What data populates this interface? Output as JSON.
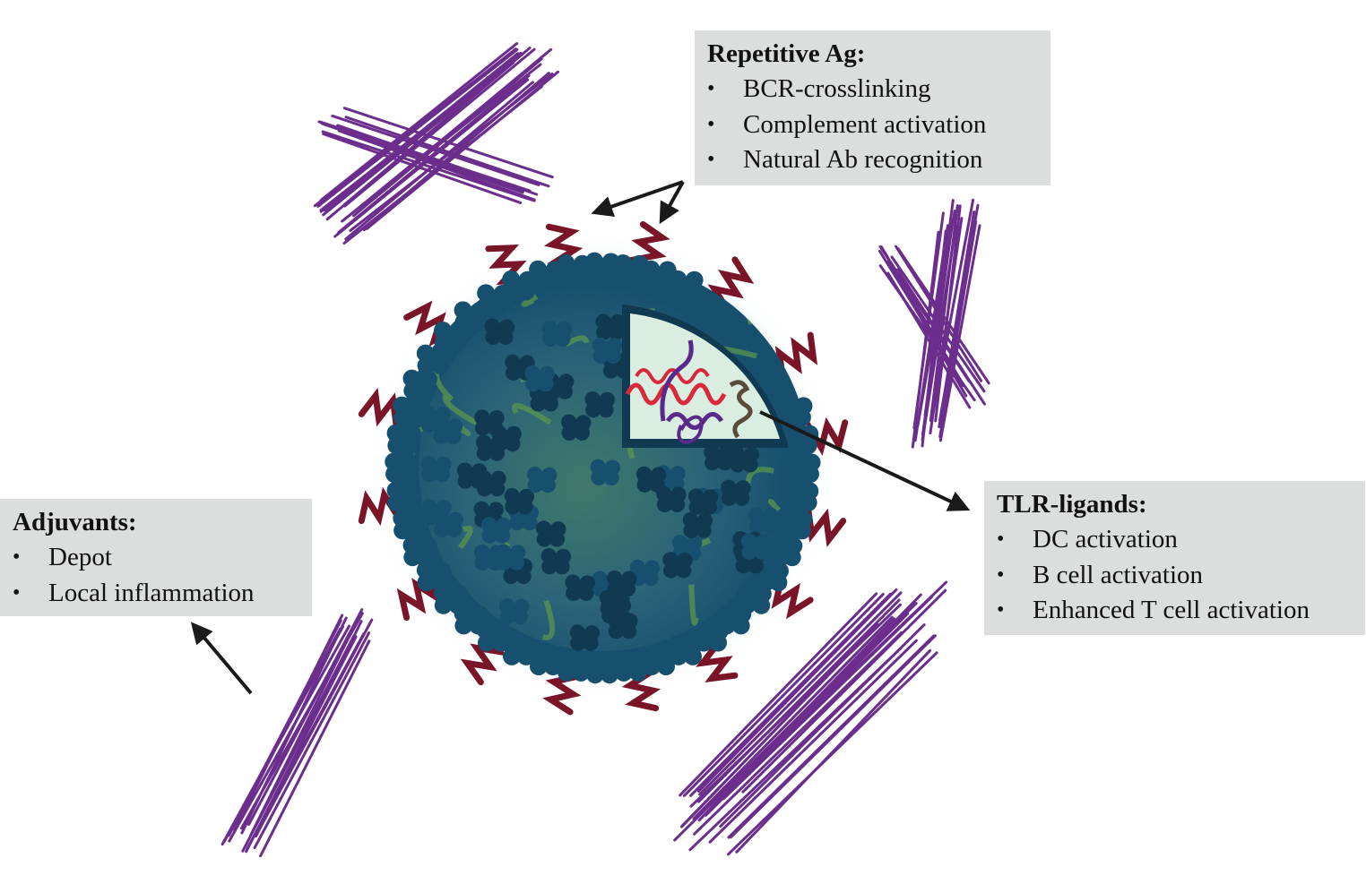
{
  "callouts": {
    "repetitive_ag": {
      "title": "Repetitive Ag:",
      "items": [
        "BCR-crosslinking",
        "Complement activation",
        "Natural Ab recognition"
      ]
    },
    "tlr_ligands": {
      "title": "TLR-ligands:",
      "items": [
        "DC activation",
        "B cell activation",
        "Enhanced T cell activation"
      ]
    },
    "adjuvants": {
      "title": "Adjuvants:",
      "items": [
        "Depot",
        "Local inflammation"
      ]
    }
  },
  "figure": {
    "icons": [
      "virus-like-particle-icon",
      "rna-strand-icon",
      "adjuvant-crystal-icon",
      "arrow-icon"
    ],
    "colors": {
      "capsid": "#17506f",
      "capsid_dark": "#0f3a52",
      "interior_green": "#5d9a4a",
      "antigen_chain": "#7a1428",
      "cutaway_fill": "#d9ede0",
      "rna_red": "#d8283a",
      "rna_purple": "#5a2a8a",
      "rna_brown": "#5a4a3a",
      "adjuvant_purple": "#6c2e8c",
      "callout_bg": "#dcdddd",
      "arrow": "#1a1a1a"
    }
  }
}
